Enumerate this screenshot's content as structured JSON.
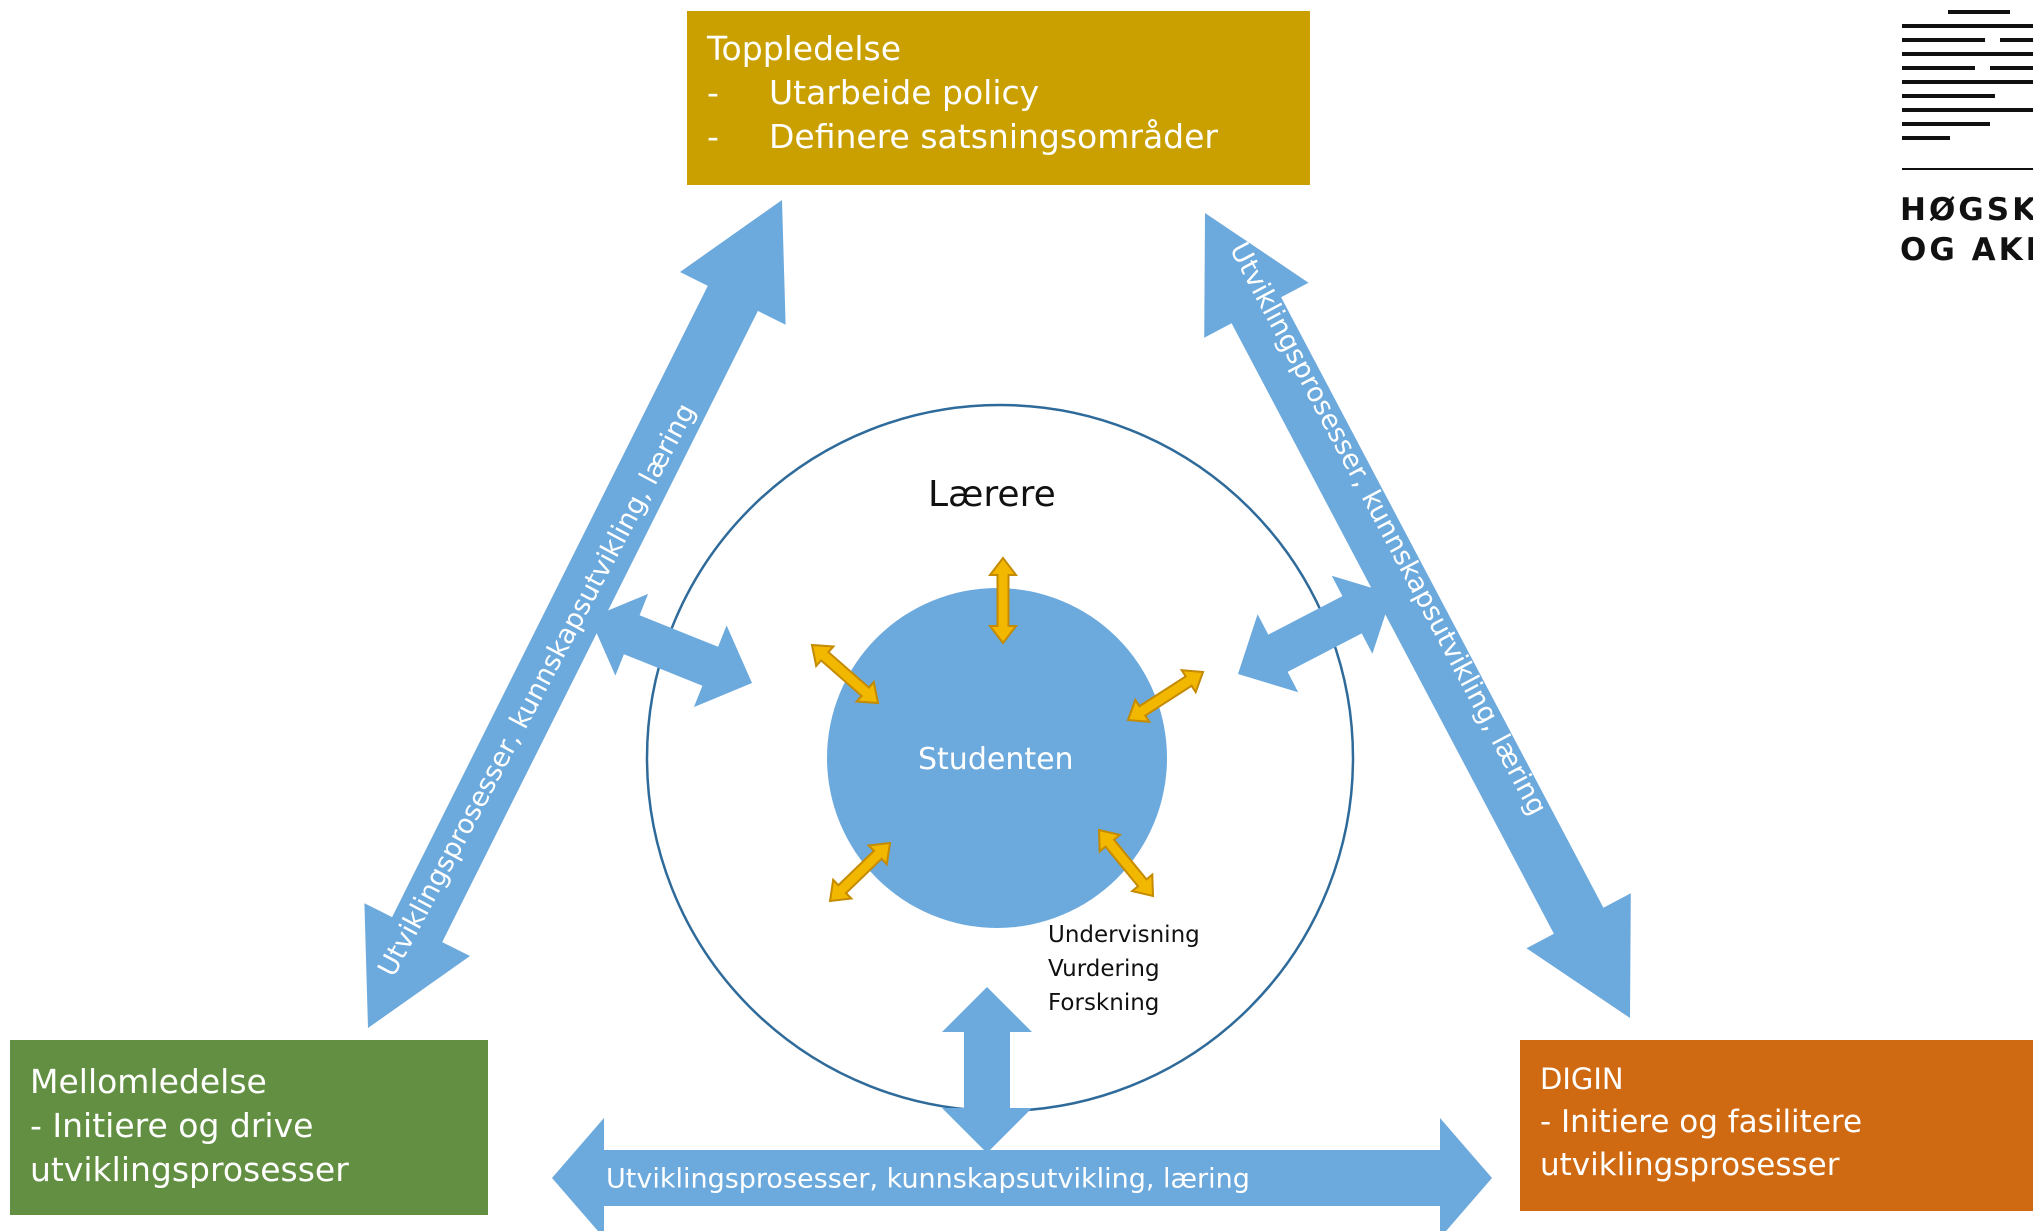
{
  "boxes": {
    "top": {
      "title": "Toppledelse",
      "items": [
        "Utarbeide policy",
        "Definere satsningsområder"
      ],
      "color": "#c9a000"
    },
    "left": {
      "title": "Mellomledelse",
      "lines": [
        "- Initiere og drive",
        "utviklingsprosesser"
      ],
      "color": "#628f41"
    },
    "right": {
      "title": "DIGIN",
      "lines": [
        "- Initiere og fasilitere",
        "utviklingsprosesser"
      ],
      "color": "#d06a12"
    }
  },
  "center": {
    "outer_label": "Lærere",
    "inner_label": "Studenten",
    "activities": [
      "Undervisning",
      "Vurdering",
      "Forskning"
    ]
  },
  "arrows": {
    "left_label": "Utviklingsprosesser, kunnskapsutvikling, læring",
    "right_label": "Utviklingsprosesser, kunnskapsutvikling, læring",
    "bottom_label": "Utviklingsprosesser, kunnskapsutvikling, læring",
    "color": "#6ca9dc",
    "small_arrow_color": "#f2b800"
  },
  "logo": {
    "lines": [
      "HØGSKOLEN",
      "OG AKERSHUS"
    ]
  },
  "colors": {
    "inner_circle": "#6ca9dc",
    "outer_circle_stroke": "#2e6a9a"
  }
}
